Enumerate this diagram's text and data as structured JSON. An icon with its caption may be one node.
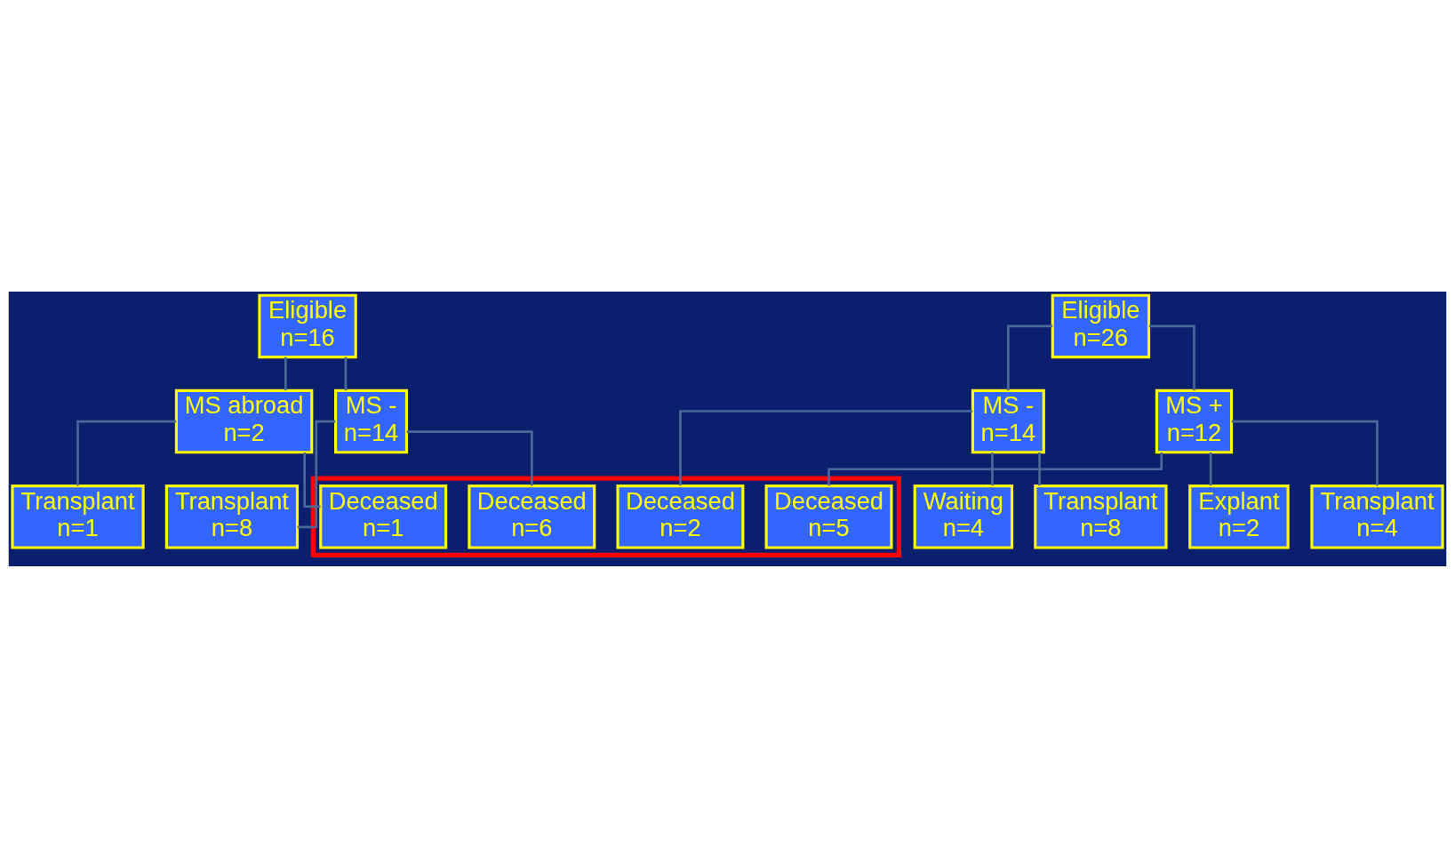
{
  "diagram": {
    "nodes": [
      {
        "text": [
          "Eligible",
          "n=16"
        ]
      },
      {
        "text": [
          "Eligible",
          "n=26"
        ]
      },
      {
        "text": [
          "MS -",
          "n=14"
        ]
      },
      {
        "text": [
          "MS abroad",
          "n=2"
        ]
      },
      {
        "text": [
          "MS -",
          "n=14"
        ]
      },
      {
        "text": [
          "MS +",
          "n=12"
        ]
      },
      {
        "text": [],
        "shape": "box"
      },
      {
        "text": [
          "Deceased",
          "n=6"
        ],
        "in": 6
      },
      {
        "text": [
          "Deceased",
          "n=1"
        ],
        "in": 6
      },
      {
        "text": [
          "Deceased",
          "n=2"
        ],
        "in": 6
      },
      {
        "text": [
          "Deceased",
          "n=5"
        ],
        "in": 6
      },
      {
        "text": [
          "Transplant",
          "n=8"
        ]
      },
      {
        "text": [
          "Transplant",
          "n=1"
        ]
      },
      {
        "text": [
          "Transplant",
          "n=8"
        ]
      },
      {
        "text": [
          "Transplant",
          "n=4"
        ]
      },
      {
        "text": [
          "Waiting",
          "n=4"
        ]
      },
      {
        "text": [
          "Explant",
          "n=2"
        ]
      }
    ],
    "edges": [
      {
        "from": 0,
        "to": 2,
        "arrow": "none"
      },
      {
        "from": 0,
        "to": 3,
        "arrow": "none"
      },
      {
        "from": 1,
        "to": 4,
        "arrow": "none"
      },
      {
        "from": 1,
        "to": 5,
        "arrow": "none"
      },
      {
        "from": 2,
        "to": 7,
        "arrow": "none"
      },
      {
        "from": 2,
        "to": 11,
        "arrow": "none"
      },
      {
        "from": 3,
        "to": 8,
        "arrow": "none"
      },
      {
        "from": 3,
        "to": 12,
        "arrow": "none"
      },
      {
        "from": 4,
        "to": 9,
        "arrow": "none"
      },
      {
        "from": 4,
        "to": 13,
        "arrow": "none"
      },
      {
        "from": 4,
        "to": 15,
        "arrow": "none"
      },
      {
        "from": 5,
        "to": 10,
        "arrow": "none"
      },
      {
        "from": 5,
        "to": 14,
        "arrow": "none"
      },
      {
        "from": 5,
        "to": 16,
        "arrow": "none"
      }
    ]
  }
}
